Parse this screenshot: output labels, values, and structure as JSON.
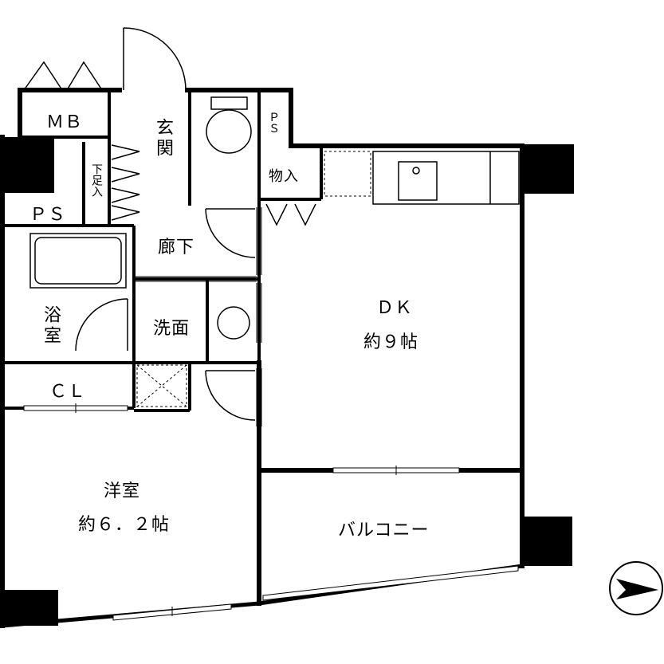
{
  "rooms": {
    "mb": "ＭＢ",
    "entrance": "玄関",
    "ps_top": "ＰＳ",
    "storage": "物入",
    "shoe_box": "下足入",
    "ps_left": "ＰＳ",
    "hallway": "廊下",
    "bath": "浴室",
    "washroom": "洗面",
    "cl": "ＣＬ",
    "dk_name": "ＤＫ",
    "dk_size": "約９帖",
    "western_name": "洋室",
    "western_size": "約６．２帖",
    "balcony": "バルコニー"
  },
  "icons": [
    "north-arrow-icon",
    "toilet-icon",
    "sink-icon",
    "washbasin-icon",
    "bathtub-icon",
    "door-swing-icon"
  ]
}
